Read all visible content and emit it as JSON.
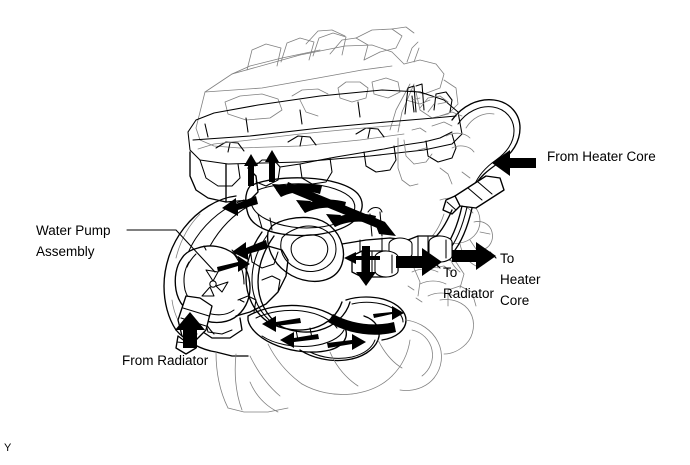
{
  "figure": {
    "kind": "engine-coolant-flow-diagram",
    "subject": "Engine cooling system coolant circulation",
    "background_color": "#ffffff",
    "line_color": "#000000",
    "detail_line_color": "#555555",
    "arrow_color": "#000000",
    "corner_mark": "Y"
  },
  "labels": {
    "water_pump": "Water Pump\nAssembly",
    "from_heater_core": "From Heater Core",
    "to_radiator": "To\nRadiator",
    "to_heater_core": "To\nHeater\nCore",
    "from_radiator": "From Radiator"
  },
  "flow": {
    "inlets": [
      {
        "name": "from-radiator",
        "label": "From Radiator",
        "direction": "up"
      },
      {
        "name": "from-heater-core",
        "label": "From Heater Core",
        "direction": "left"
      }
    ],
    "outlets": [
      {
        "name": "to-radiator",
        "label": "To Radiator",
        "direction": "right"
      },
      {
        "name": "to-heater-core",
        "label": "To Heater Core",
        "direction": "right"
      }
    ],
    "components": [
      {
        "name": "water-pump-assembly",
        "label": "Water Pump Assembly"
      }
    ]
  }
}
